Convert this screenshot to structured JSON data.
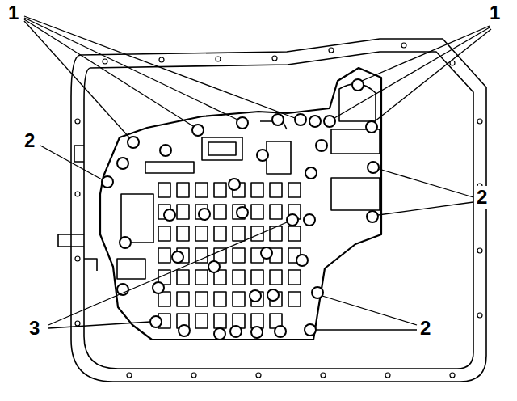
{
  "diagram": {
    "labels": [
      "1",
      "1",
      "2",
      "2",
      "3",
      "2"
    ]
  }
}
